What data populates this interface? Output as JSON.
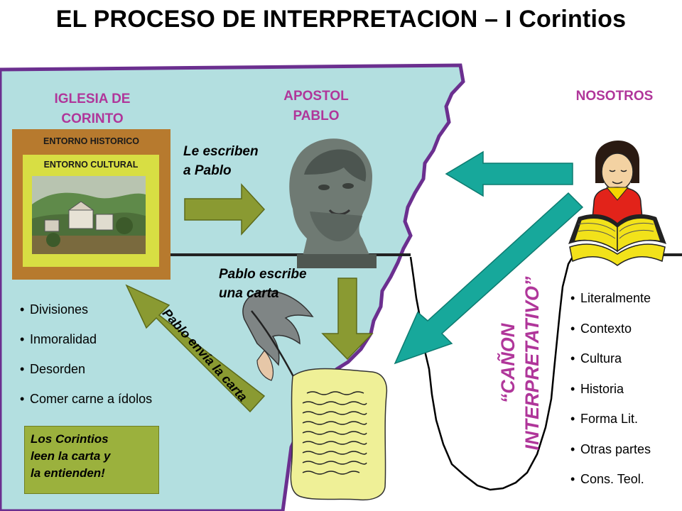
{
  "title": "EL PROCESO DE INTERPRETACION – I Corintios",
  "columns": {
    "iglesia": "IGLESIA DE\nCORINTO",
    "apostol": "APOSTOL\nPABLO",
    "nosotros": "NOSOTROS"
  },
  "boxes": {
    "historico": "ENTORNO HISTORICO",
    "cultural": "ENTORNO CULTURAL"
  },
  "labels": {
    "le_escriben": "Le escriben\na Pablo",
    "pablo_escribe": "Pablo escribe\nuna carta",
    "pablo_envia": "Pablo envía la carta",
    "canon_line1": "“CAÑON",
    "canon_line2": "INTERPRETATIVO”"
  },
  "problems": [
    "Divisiones",
    "Inmoralidad",
    "Desorden",
    "Comer carne a ídolos"
  ],
  "callout": "Los Corintios\nleen la carta y\nla entienden!",
  "methods": [
    "Literalmente",
    "Contexto",
    "Cultura",
    "Historia",
    "Forma Lit.",
    "Otras partes",
    "Cons. Teol."
  ],
  "colors": {
    "land": "#b3dfe0",
    "heading": "#b0369a",
    "arrow_olive": "#8a9a32",
    "arrow_teal": "#17a89b",
    "box_brown": "#b77a2e",
    "box_yellow": "#d8de43"
  }
}
